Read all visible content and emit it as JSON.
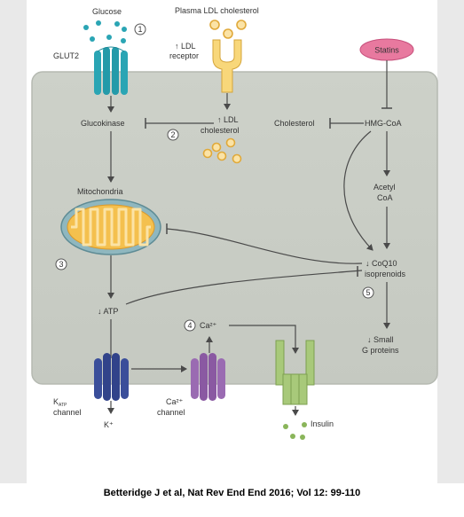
{
  "labels": {
    "glucose": "Glucose",
    "plasma_ldl": "Plasma LDL cholesterol",
    "glut2": "GLUT2",
    "ldl_receptor_line1": "↑ LDL",
    "ldl_receptor_line2": "receptor",
    "statins": "Statins",
    "glucokinase": "Glucokinase",
    "ldl_chol_line1": "↑ LDL",
    "ldl_chol_line2": "cholesterol",
    "cholesterol": "Cholesterol",
    "hmg_coa": "HMG-CoA",
    "mitochondria": "Mitochondria",
    "acetyl_line1": "Acetyl",
    "acetyl_line2": "CoA",
    "coq10_line1": "↓ CoQ10",
    "coq10_line2": "isoprenoids",
    "atp": "↓ ATP",
    "ca_top": "Ca²⁺",
    "small_g_line1": "↓ Small",
    "small_g_line2": "G proteins",
    "katp_k": "K",
    "katp_sub": "ATP",
    "katp_line2": "channel",
    "k_plus": "K⁺",
    "ca_channel_line1": "Ca²⁺",
    "ca_channel_line2": "channel",
    "insulin": "Insulin"
  },
  "steps": [
    "1",
    "2",
    "3",
    "4",
    "5"
  ],
  "citation": "Betteridge J et al, Nat Rev End End 2016; Vol 12: 99-110",
  "colors": {
    "cell": "#cdd1c9",
    "glut2": "#2aa5b4",
    "ldl_receptor": "#f2c75a",
    "statins": "#e06a96",
    "mitochondria": "#f0b23c",
    "katp": "#3a4e9a",
    "ca_channel": "#8f5fa8",
    "insulin_granule": "#9bbf6a"
  }
}
